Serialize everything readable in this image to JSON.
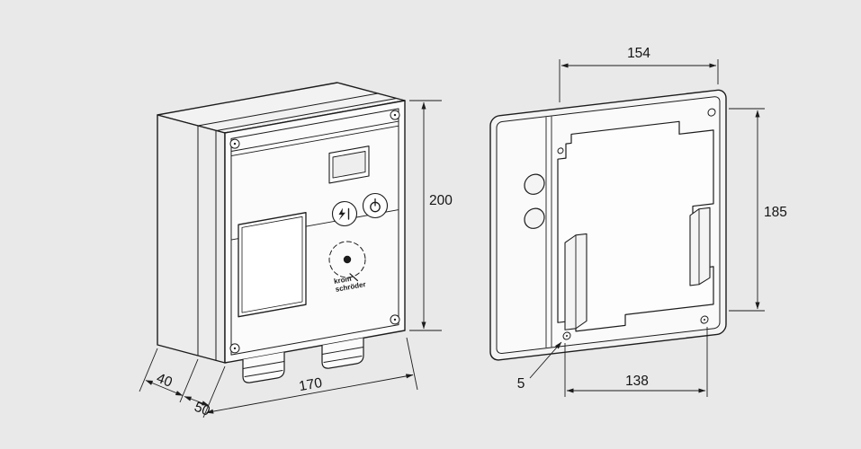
{
  "background": "#e9e9e9",
  "stroke_color": "#1c1c1c",
  "brand": {
    "line1": "krom",
    "line2": "schröder"
  },
  "front_view": {
    "height": "200",
    "depth_housing": "40",
    "depth_cover": "50",
    "width": "170"
  },
  "rear_view": {
    "inner_width_top": "154",
    "inner_height": "185",
    "hole_offset": "5",
    "hole_spacing": "138"
  }
}
